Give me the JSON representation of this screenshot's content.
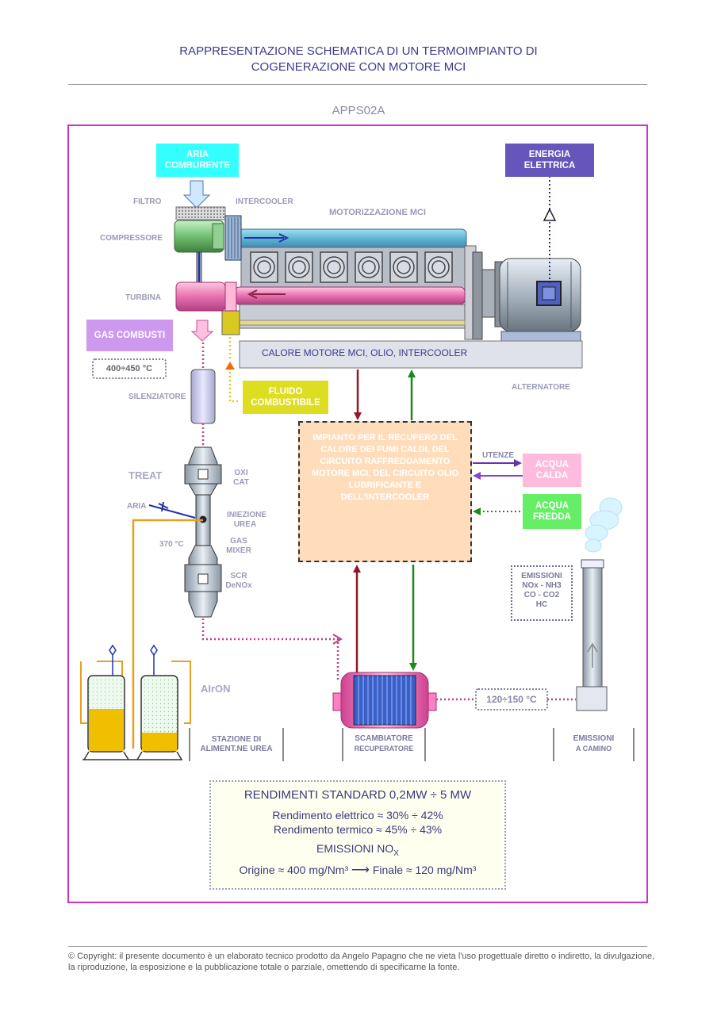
{
  "header": {
    "title_line1": "RAPPRESENTAZIONE SCHEMATICA DI UN TERMOIMPIANTO DI",
    "title_line2": "COGENERAZIONE CON MOTORE MCI",
    "code": "APPS02A"
  },
  "labels": {
    "aria_comburente": "ARIA COMBURENTE",
    "energia_elettrica": "ENERGIA ELETTRICA",
    "filtro": "FILTRO",
    "intercooler": "INTERCOOLER",
    "motorizzazione": "MOTORIZZAZIONE MCI",
    "compressore": "COMPRESSORE",
    "turbina": "TURBINA",
    "gas_combusti": "GAS COMBUSTI",
    "temp_gas": "400÷450 °C",
    "calore_motore": "CALORE MOTORE MCI, OLIO, INTERCOOLER",
    "silenziatore": "SILENZIATORE",
    "fluido_combustibile": "FLUIDO COMBUSTIBILE",
    "alternatore": "ALTERNATORE",
    "impianto_recupero": "IMPIANTO PER IL RECUPERO DEL CALORE DEI FUMI CALDI, DEL CIRCUITO RAFFREDDAMENTO MOTORE MCI, DEL CIRCUITO OLIO LUBRIFICANTE E DELL'INTERCOOLER",
    "utenze": "UTENZE",
    "acqua_calda": "ACQUA CALDA",
    "acqua_fredda": "ACQUA FREDDA",
    "treat": "TREAT",
    "oxi_cat": "OXI CAT",
    "aria": "ARIA",
    "iniezione_urea": "INIEZIONE UREA",
    "temp_370": "370 °C",
    "gas_mixer": "GAS MIXER",
    "scr_denox": "SCR DeNOx",
    "emissioni_list": [
      "EMISSIONI",
      "NOx - NH3",
      "CO - CO2",
      "HC"
    ],
    "airon": "AIrON",
    "temp_scamb": "120÷150 °C",
    "stazione_urea": "STAZIONE DI ALIMENT.NE UREA",
    "scambiatore_1": "SCAMBIATORE",
    "scambiatore_2": "RECUPERATORE",
    "emissioni_camino_1": "EMISSIONI",
    "emissioni_camino_2": "A CAMINO"
  },
  "summary": {
    "title": "RENDIMENTI STANDARD 0,2MW ÷ 5 MW",
    "rend_elettrico": "Rendimento elettrico ≈ 30% ÷ 42%",
    "rend_termico": "Rendimento termico ≈ 45% ÷ 43%",
    "emissioni_title": "EMISSIONI NO",
    "emissioni_sub": "X",
    "origine": "Origine ≈ 400 mg/Nm³",
    "arrow": "⟶",
    "finale": "Finale ≈ 120 mg/Nm³"
  },
  "footer": {
    "copyright": "© Copyright: il presente documento è un elaborato tecnico prodotto da Angelo Papagno che ne vieta l'uso progettuale diretto o indiretto, la divulgazione, la riproduzione, la esposizione e la pubblicazione totale o parziale, omettendo di specificarne la fonte."
  },
  "colors": {
    "frame": "#cc33cc",
    "cyan": "#33ffff",
    "purple": "#6655bb",
    "lavender": "#cc99ee",
    "yellow": "#dddd22",
    "pink": "#ffbbdd",
    "green": "#66ee66",
    "orange": "#ffddbb",
    "arrow_dark_red": "#8b1a2a",
    "arrow_green": "#1a8a1a",
    "arrow_purple": "#8844cc",
    "pipe_orange": "#e8a020",
    "dotted_magenta": "#c04088"
  }
}
